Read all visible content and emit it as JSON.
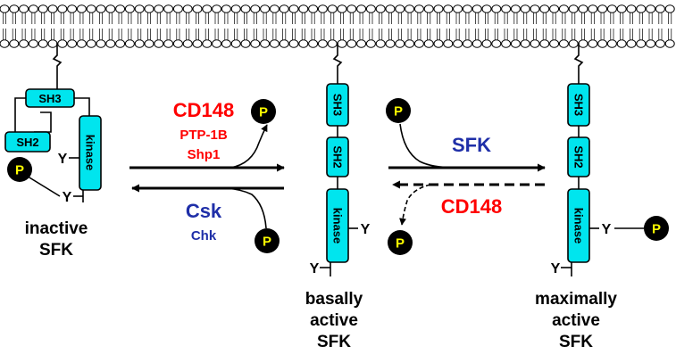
{
  "colors": {
    "domain_fill": "#00e5ee",
    "phosphate_fill": "#000000",
    "phosphate_text": "#ffff00",
    "red": "#ff0000",
    "blue": "#1f2fa8"
  },
  "domains": {
    "sh3": "SH3",
    "sh2": "SH2",
    "kinase": "kinase"
  },
  "phosphate": "P",
  "residue": "Y",
  "states": {
    "inactive": [
      "inactive",
      "SFK"
    ],
    "basal": [
      "basally",
      "active",
      "SFK"
    ],
    "maximal": [
      "maximally",
      "active",
      "SFK"
    ]
  },
  "enzymes": {
    "forward1_main": "CD148",
    "forward1_sub1": "PTP-1B",
    "forward1_sub2": "Shp1",
    "reverse1_main": "Csk",
    "reverse1_sub": "Chk",
    "forward2_main": "SFK",
    "reverse2_main": "CD148"
  }
}
